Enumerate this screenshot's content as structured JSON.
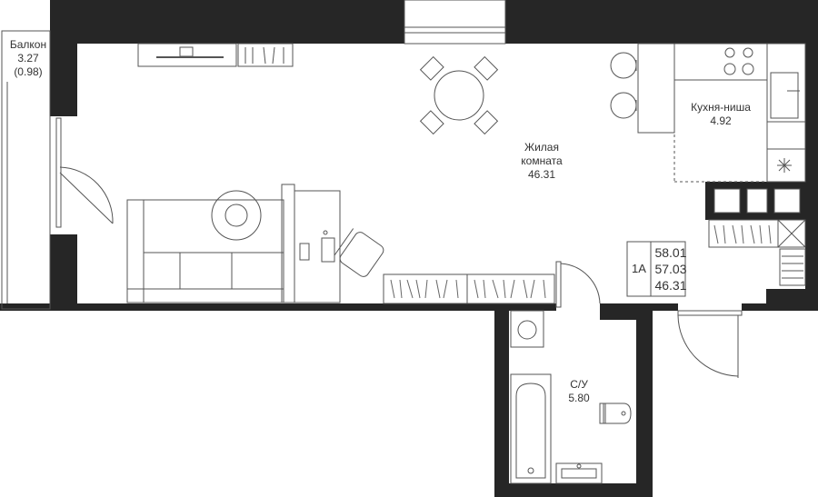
{
  "plan": {
    "rooms": {
      "balcony": {
        "name": "Балкон",
        "area": "3.27",
        "area_reduced": "(0.98)"
      },
      "living": {
        "name_line1": "Жилая",
        "name_line2": "комната",
        "area": "46.31"
      },
      "kitchen": {
        "name": "Кухня-ниша",
        "area": "4.92"
      },
      "bathroom": {
        "name": "С/У",
        "area": "5.80"
      }
    },
    "unit": {
      "type": "1А",
      "area_total": "58.01",
      "area_general": "57.03",
      "area_living": "46.31"
    },
    "colors": {
      "wall": "#262626",
      "line": "#555555",
      "text": "#333333"
    }
  }
}
